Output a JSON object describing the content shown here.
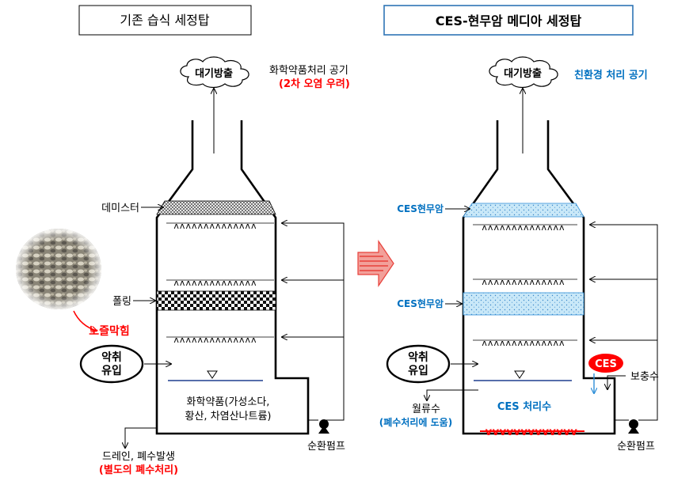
{
  "left": {
    "title": "기존 습식 세정탑",
    "cloud_label": "대기방출",
    "exhaust_line1": "화학약품처리 공기",
    "exhaust_line2": "(2차 오염 우려)",
    "demister_label": "데미스터",
    "packing_label": "폴링",
    "exposed_label": "노즐막힘",
    "odor_line1": "악취",
    "odor_line2": "유입",
    "chem_line1": "화학약품(가성소다,",
    "chem_line2": "황산, 차염산나트륨)",
    "pump_label": "순환펌프",
    "drain_line1": "드레인, 폐수발생",
    "drain_line2": "(별도의 폐수처리)"
  },
  "right": {
    "title": "CES-현무암 메디아 세정탑",
    "cloud_label": "대기방출",
    "exhaust_label": "친환경 처리 공기",
    "media_top_label": "CES현무암",
    "media_mid_label": "CES현무암",
    "odor_line1": "악취",
    "odor_line2": "유입",
    "ces_badge": "CES",
    "makeup_label": "보충수",
    "treat_label": "CES 처리수",
    "overflow_line1": "월류수",
    "overflow_line2": "(폐수처리에 도움)",
    "pump_label": "순환펌프"
  },
  "colors": {
    "red": "#ff0000",
    "blue": "#0070c0",
    "title_box_right": "#2e75b6",
    "ces_media": "#bfe3f5",
    "water_line": "#1f3f8f",
    "arrow_red": "#e8403a"
  },
  "icons": [
    "cloud-icon",
    "pump-icon",
    "water-level-icon",
    "transition-arrow-icon"
  ]
}
